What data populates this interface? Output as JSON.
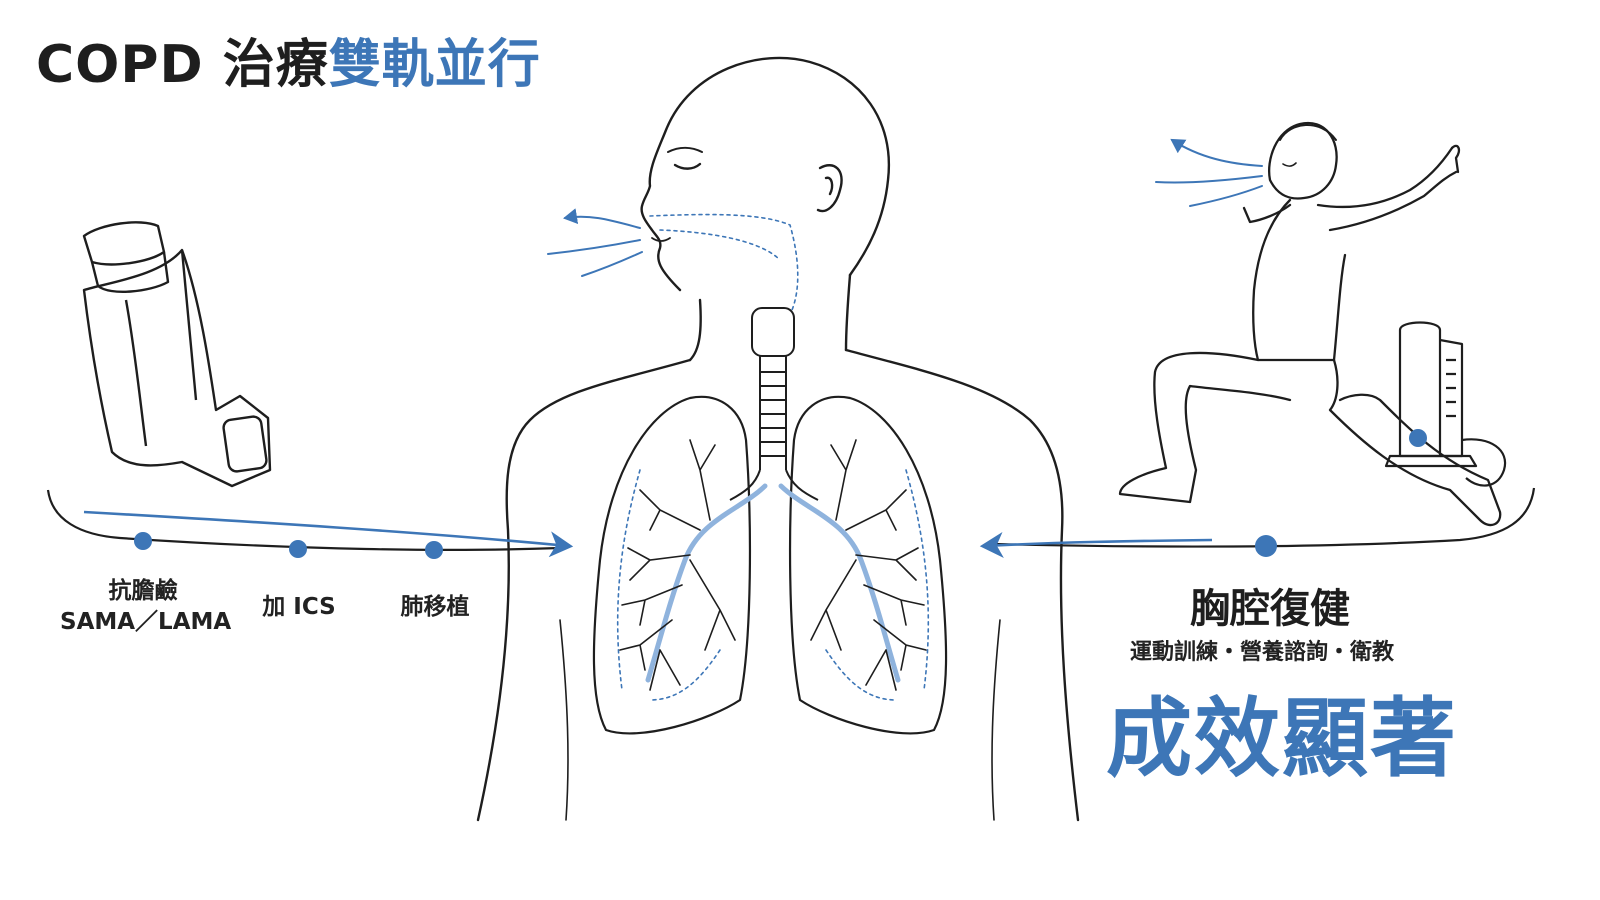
{
  "title": {
    "main": "COPD 治療",
    "accent": "雙軌並行"
  },
  "medication_steps": [
    {
      "line1": "抗膽鹼",
      "line2": "SAMA／LAMA"
    },
    {
      "line1": "加 ICS",
      "line2": ""
    },
    {
      "line1": "肺移植",
      "line2": ""
    }
  ],
  "rehab": {
    "title": "胸腔復健",
    "subtitle": "運動訓練・營養諮詢・衛教"
  },
  "result": "成效顯著",
  "colors": {
    "accent": "#3d76b7",
    "ink": "#1e1e1e",
    "light_blue": "#8fb3dd"
  },
  "icons": [
    "inhaler-icon",
    "lungs-icon",
    "exercising-person-icon",
    "spirometer-icon"
  ]
}
